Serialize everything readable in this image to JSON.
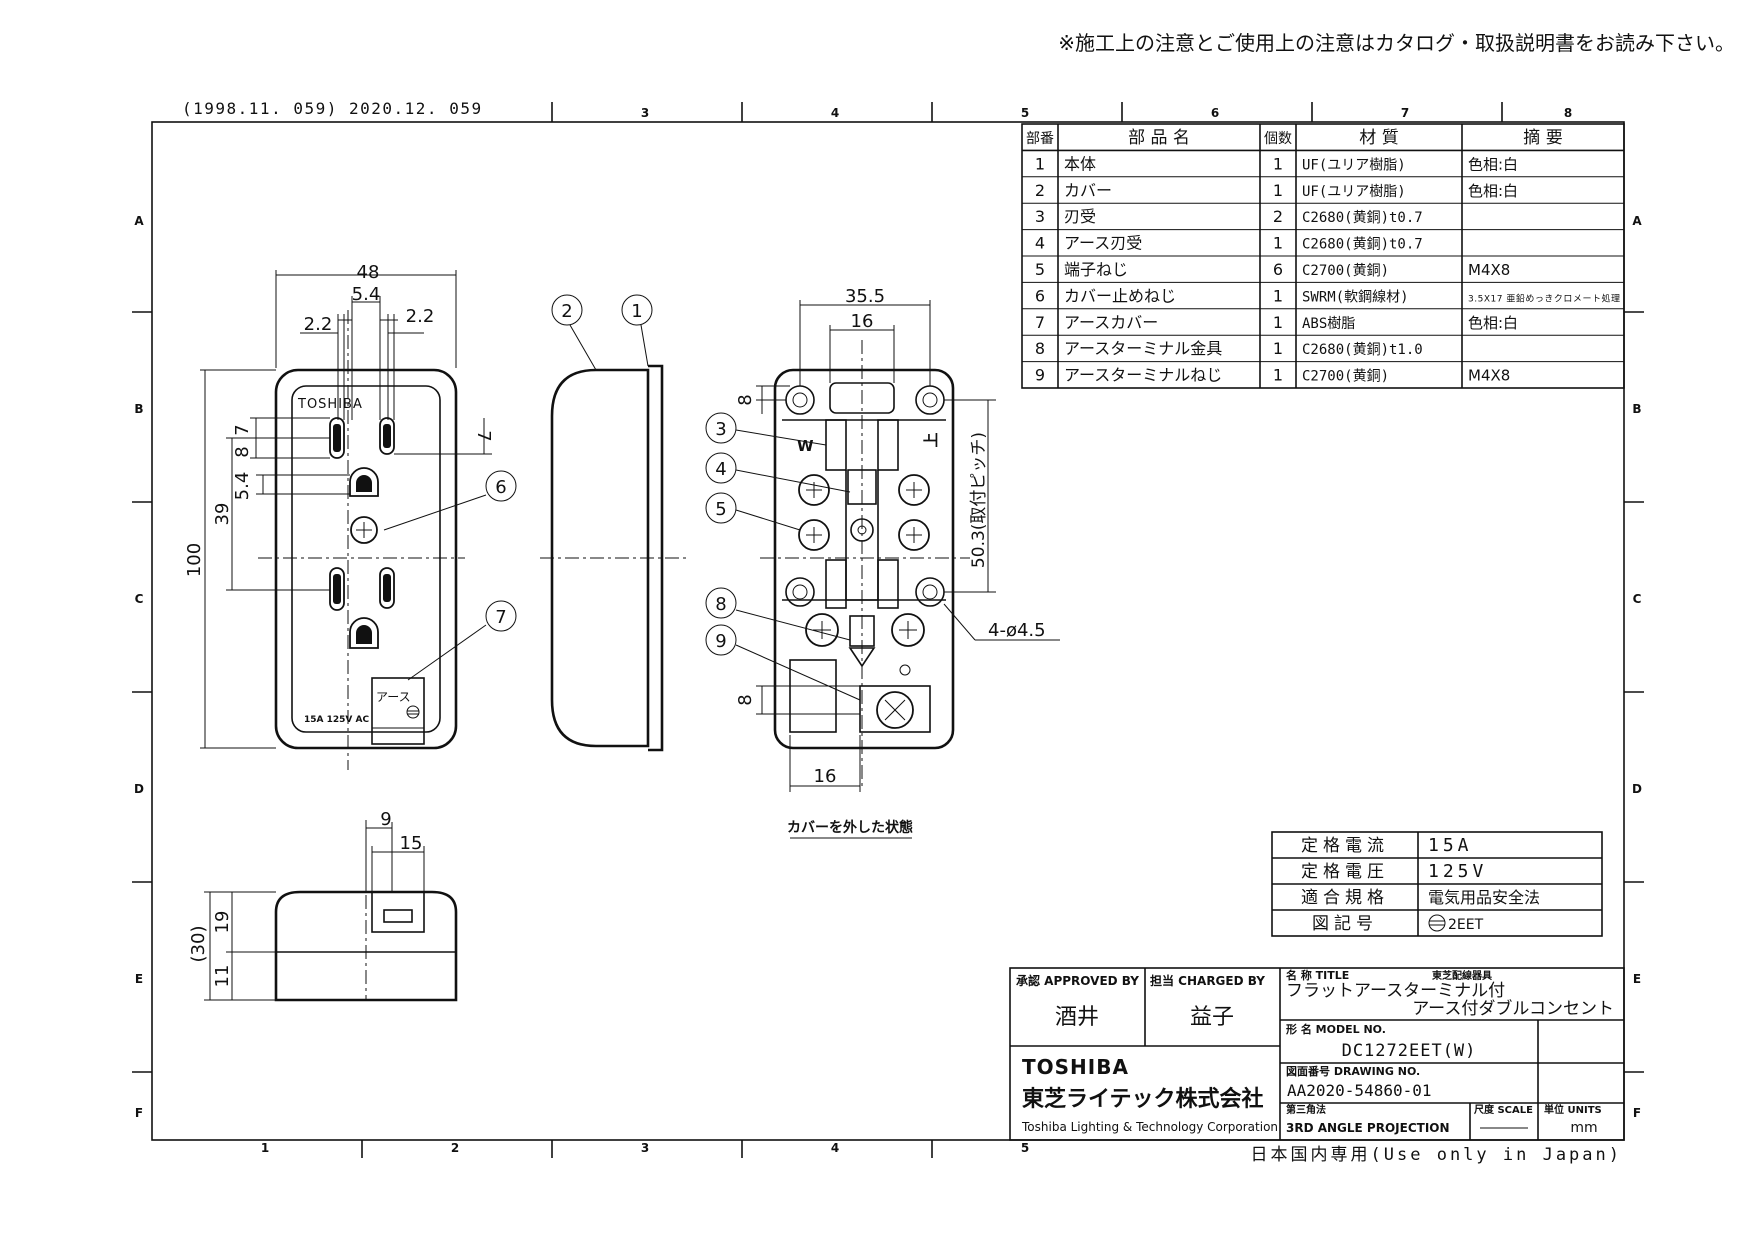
{
  "header": {
    "notice": "※施工上の注意とご使用上の注意はカタログ・取扱説明書をお読み下さい。",
    "revision": "(1998.11. 059) 2020.12. 059",
    "footer_note": "日本国内専用(Use only in Japan)"
  },
  "frame": {
    "columns": [
      "3",
      "4",
      "5",
      "6",
      "7",
      "8"
    ],
    "bottom_columns": [
      "1",
      "2",
      "3",
      "4",
      "5"
    ],
    "rows": [
      "A",
      "B",
      "C",
      "D",
      "E",
      "F"
    ]
  },
  "parts_table": {
    "headers": [
      "部番",
      "部 品 名",
      "個数",
      "材 質",
      "摘 要"
    ],
    "rows": [
      [
        "1",
        "本体",
        "1",
        "UF(ユリア樹脂)",
        "色相:白"
      ],
      [
        "2",
        "カバー",
        "1",
        "UF(ユリア樹脂)",
        "色相:白"
      ],
      [
        "3",
        "刃受",
        "2",
        "C2680(黄銅)t0.7",
        ""
      ],
      [
        "4",
        "アース刃受",
        "1",
        "C2680(黄銅)t0.7",
        ""
      ],
      [
        "5",
        "端子ねじ",
        "6",
        "C2700(黄銅)",
        "M4X8"
      ],
      [
        "6",
        "カバー止めねじ",
        "1",
        "SWRM(軟鋼線材)",
        "3.5X17 亜鉛めっきクロメート処理"
      ],
      [
        "7",
        "アースカバー",
        "1",
        "ABS樹脂",
        "色相:白"
      ],
      [
        "8",
        "アースターミナル金具",
        "1",
        "C2680(黄銅)t1.0",
        ""
      ],
      [
        "9",
        "アースターミナルねじ",
        "1",
        "C2700(黄銅)",
        "M4X8"
      ]
    ]
  },
  "ratings": [
    [
      "定格電流",
      "15A"
    ],
    [
      "定格電圧",
      "125V"
    ],
    [
      "適合規格",
      "電気用品安全法"
    ],
    [
      "図記号",
      "2EET"
    ]
  ],
  "drawing_labels": {
    "brand_on_face": "TOSHIBA",
    "earth_label": "アース",
    "face_rating": "15A 125V AC",
    "cover_removed": "カバーを外した状態",
    "w_mark": "W",
    "top_mark": "上",
    "balloons": [
      "1",
      "2",
      "3",
      "4",
      "5",
      "6",
      "7",
      "8",
      "9"
    ],
    "dimensions": {
      "d48": "48",
      "d54": "5.4",
      "d22a": "2.2",
      "d22b": "2.2",
      "d100": "100",
      "d39": "39",
      "d7a": "7",
      "d8": "8",
      "d54b": "5.4",
      "d7b": "7",
      "d355": "35.5",
      "d16a": "16",
      "d8a": "8",
      "d503": "50.3(取付ピッチ)",
      "d45": "4-ø4.5",
      "d8b": "8",
      "d16b": "16",
      "d9": "9",
      "d15": "15",
      "d30": "(30)",
      "d19": "19",
      "d11": "11"
    }
  },
  "title_block": {
    "approved_label": "承認 APPROVED BY",
    "approved_by": "酒井",
    "charged_label": "担当 CHARGED BY",
    "charged_by": "益子",
    "company_logo": "TOSHIBA",
    "company_jp": "東芝ライテック株式会社",
    "company_en": "Toshiba Lighting & Technology Corporation",
    "title_label": "名 称 TITLE",
    "title_category": "東芝配線器具",
    "title_line1": "フラットアースターミナル付",
    "title_line2": "アース付ダブルコンセント",
    "model_label": "形 名 MODEL NO.",
    "model_no": "DC1272EET(W)",
    "drawing_label": "図面番号 DRAWING NO.",
    "drawing_no": "AA2020-54860-01",
    "projection_label": "第三角法",
    "projection": "3RD ANGLE PROJECTION",
    "scale_label": "尺度 SCALE",
    "scale": "",
    "units_label": "単位 UNITS",
    "units": "mm"
  }
}
